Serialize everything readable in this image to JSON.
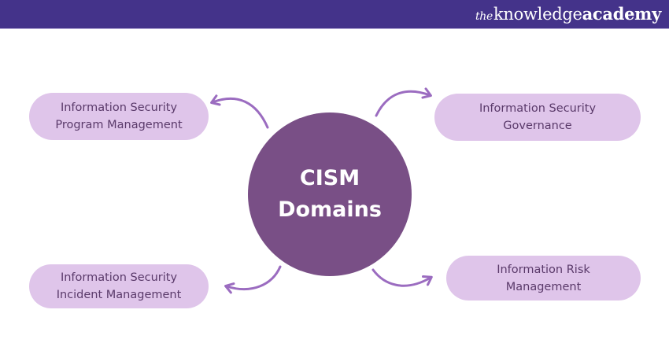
{
  "header": {
    "logo_the": "the",
    "logo_knowledge": "knowledge",
    "logo_academy": "academy",
    "background_color": "#44338a"
  },
  "center": {
    "line1": "CISM",
    "line2": "Domains",
    "color": "#794f86"
  },
  "domains": [
    {
      "line1": "Information Security",
      "line2": "Program Management"
    },
    {
      "line1": "Information Security",
      "line2": "Governance"
    },
    {
      "line1": "Information Security",
      "line2": "Incident Management"
    },
    {
      "line1": "Information Risk",
      "line2": "Management"
    }
  ],
  "colors": {
    "pill": "#dfc5ea",
    "pill_text": "#5a3a6a",
    "arrow": "#9b6cc0"
  }
}
